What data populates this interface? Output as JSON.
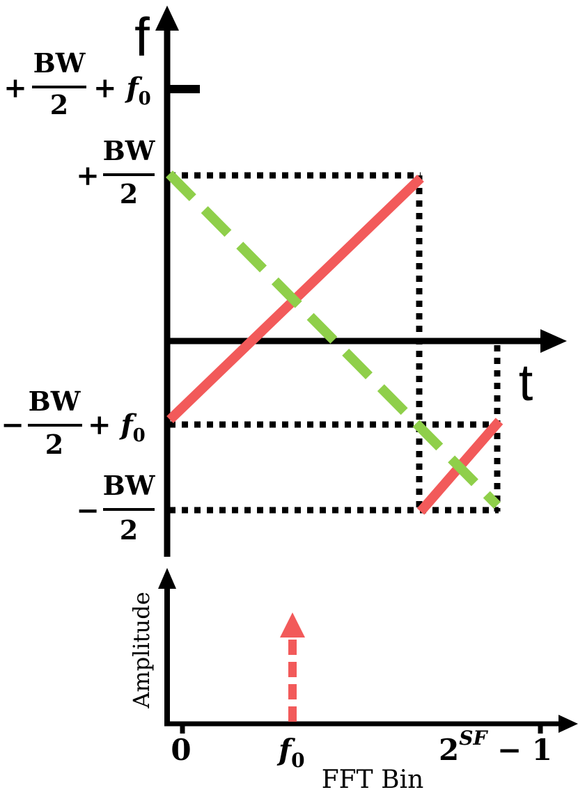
{
  "upper_plot": {
    "y_axis_label": "f",
    "x_axis_label": "t",
    "labels": {
      "top_sign": "+",
      "bw": "BW",
      "two": "2",
      "plus_f0": "+ f",
      "f0_sub": "0",
      "plus": "+",
      "minus": "−"
    }
  },
  "lower_plot": {
    "y_axis_label": "Amplitude",
    "x_axis_label": "FFT Bin",
    "tick_zero": "0",
    "tick_f0": "f",
    "tick_f0_sub": "0",
    "tick_max_base": "2",
    "tick_max_sup": "SF",
    "tick_max_tail": " − 1"
  },
  "colors": {
    "upchirp": "#f25a5a",
    "downchirp": "#8fcf4a",
    "axis": "#000000",
    "peak_arrow": "#f25a5a"
  }
}
